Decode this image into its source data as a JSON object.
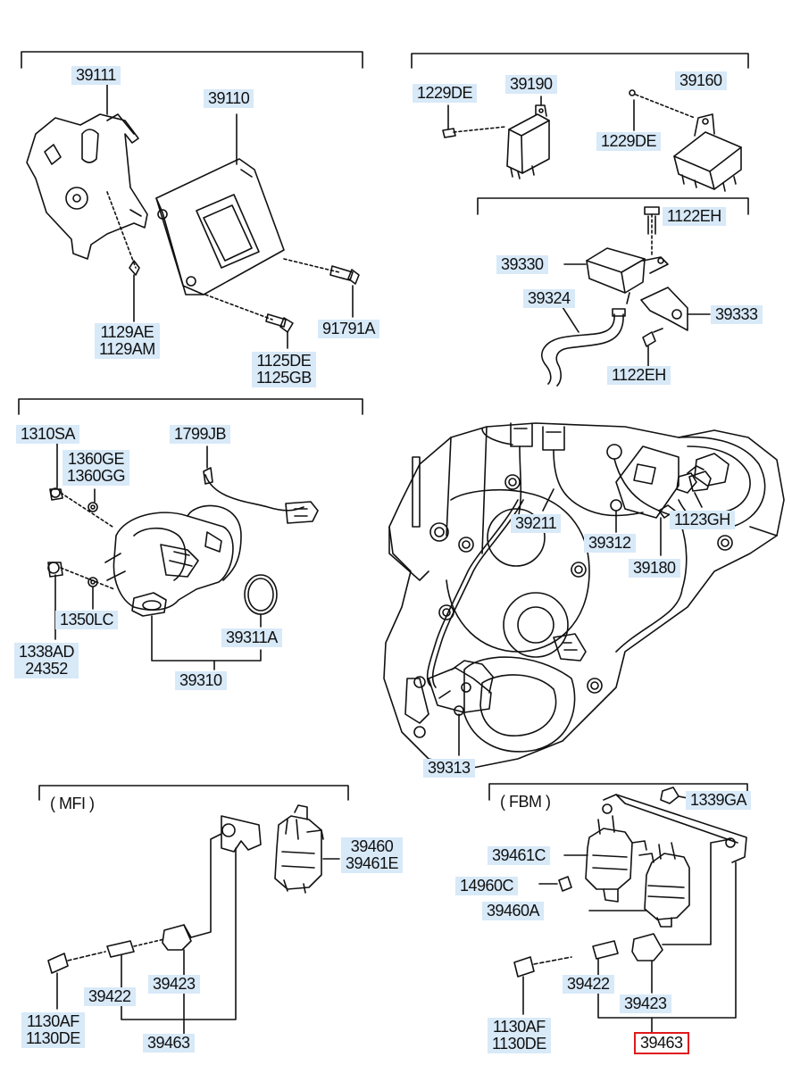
{
  "labels": {
    "l39111": "39111",
    "l39110": "39110",
    "l1129": "1129AE\n1129AM",
    "l1125": "1125DE\n1125GB",
    "l91791A": "91791A",
    "l1229a": "1229DE",
    "l39190": "39190",
    "l39160": "39160",
    "l1229b": "1229DE",
    "l1122a": "1122EH",
    "l39330": "39330",
    "l39324": "39324",
    "l39333": "39333",
    "l1122b": "1122EH",
    "l1310SA": "1310SA",
    "l1360": "1360GE\n1360GG",
    "l1799JB": "1799JB",
    "l1350LC": "1350LC",
    "l1338": "1338AD\n24352",
    "l39311A": "39311A",
    "l39310": "39310",
    "l39211": "39211",
    "l39312": "39312",
    "l1123GH": "1123GH",
    "l39180": "39180",
    "l39313": "39313",
    "l39460": "39460\n39461E",
    "l39422a": "39422",
    "l39423a": "39423",
    "l1130a": "1130AF\n1130DE",
    "l39463a": "39463",
    "l1339GA": "1339GA",
    "l39461C": "39461C",
    "l14960C": "14960C",
    "l39460A": "39460A",
    "l39422b": "39422",
    "l39423b": "39423",
    "l1130b": "1130AF\n1130DE",
    "l39463b": "39463"
  },
  "sections": {
    "mfi": "( MFI )",
    "fbm": "( FBM )"
  },
  "selected_part": "39463",
  "colors": {
    "label_bg": "#d8e9f8",
    "highlight": "#e01a1a",
    "line": "#111111"
  }
}
